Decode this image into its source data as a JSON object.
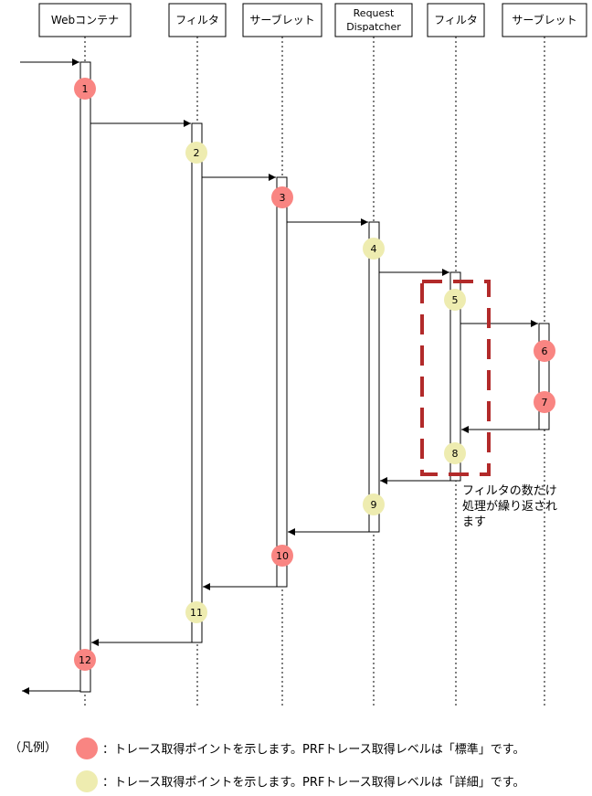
{
  "participants": [
    {
      "id": "web",
      "label_lines": [
        "Webコンテナ"
      ]
    },
    {
      "id": "f1",
      "label_lines": [
        "フィルタ"
      ]
    },
    {
      "id": "s1",
      "label_lines": [
        "サーブレット"
      ]
    },
    {
      "id": "rd",
      "label_lines": [
        "Request",
        "Dispatcher"
      ]
    },
    {
      "id": "f2",
      "label_lines": [
        "フィルタ"
      ]
    },
    {
      "id": "s2",
      "label_lines": [
        "サーブレット"
      ]
    }
  ],
  "trace_points": [
    {
      "label": "1",
      "level": "standard"
    },
    {
      "label": "2",
      "level": "detail"
    },
    {
      "label": "3",
      "level": "standard"
    },
    {
      "label": "4",
      "level": "detail"
    },
    {
      "label": "5",
      "level": "detail"
    },
    {
      "label": "6",
      "level": "standard"
    },
    {
      "label": "7",
      "level": "standard"
    },
    {
      "label": "8",
      "level": "detail"
    },
    {
      "label": "9",
      "level": "detail"
    },
    {
      "label": "10",
      "level": "standard"
    },
    {
      "label": "11",
      "level": "detail"
    },
    {
      "label": "12",
      "level": "standard"
    }
  ],
  "loop_note": {
    "lines": [
      "フィルタの数だけ",
      "処理が繰り返され",
      "ます"
    ]
  },
  "legend": {
    "title": "（凡例）",
    "items": [
      {
        "level": "standard",
        "text": "：トレース取得ポイントを示します。PRFトレース取得レベルは「標準」です。"
      },
      {
        "level": "detail",
        "text": "：トレース取得ポイントを示します。PRFトレース取得レベルは「詳細」です。"
      }
    ]
  },
  "colors": {
    "standard": "#f98582",
    "detail": "#eeecb0",
    "loop_box": "#b22a2a",
    "line": "#000000"
  }
}
